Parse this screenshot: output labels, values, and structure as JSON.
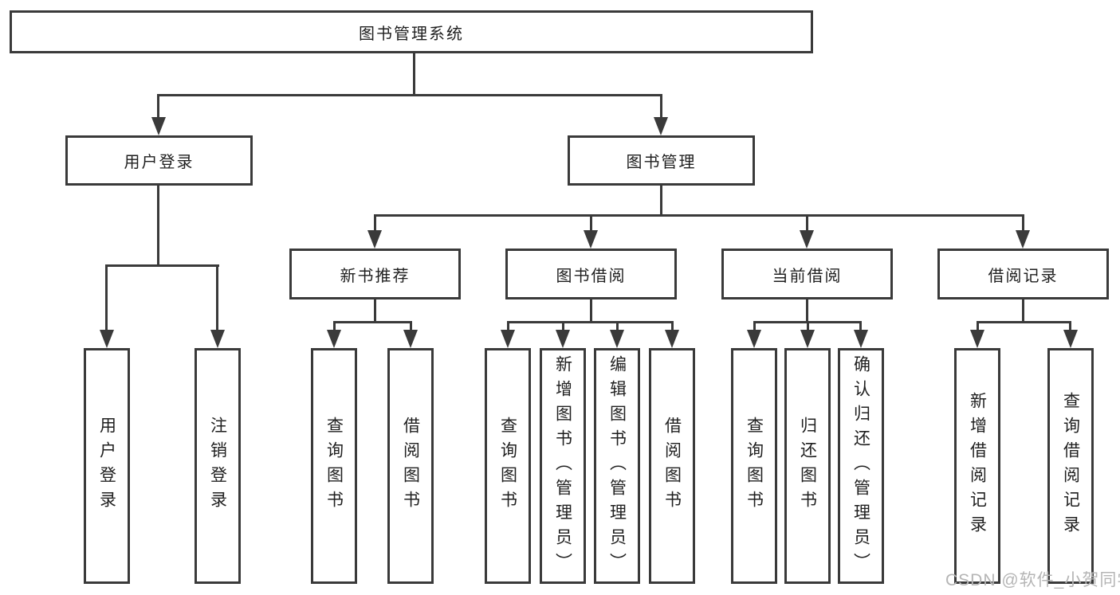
{
  "root": {
    "label": "图书管理系统"
  },
  "level2": [
    {
      "label": "用户登录"
    },
    {
      "label": "图书管理"
    }
  ],
  "level3": [
    {
      "label": "新书推荐"
    },
    {
      "label": "图书借阅"
    },
    {
      "label": "当前借阅"
    },
    {
      "label": "借阅记录"
    }
  ],
  "leaves": {
    "user_login": [
      {
        "label": "用户登录"
      },
      {
        "label": "注销登录"
      }
    ],
    "new_book": [
      {
        "label": "查询图书"
      },
      {
        "label": "借阅图书"
      }
    ],
    "book_borrow": [
      {
        "label": "查询图书"
      },
      {
        "label": "新增图书（管理员）"
      },
      {
        "label": "编辑图书（管理员）"
      },
      {
        "label": "借阅图书"
      }
    ],
    "current_borrow": [
      {
        "label": "查询图书"
      },
      {
        "label": "归还图书"
      },
      {
        "label": "确认归还（管理员）"
      }
    ],
    "borrow_record": [
      {
        "label": "新增借阅记录"
      },
      {
        "label": "查询借阅记录"
      }
    ]
  },
  "watermark": "CSDN @软件_小贺同学",
  "colors": {
    "line": "#3a3a3a",
    "text": "#1f1f1f",
    "watermark": "#b5b5b5",
    "background": "#ffffff"
  }
}
